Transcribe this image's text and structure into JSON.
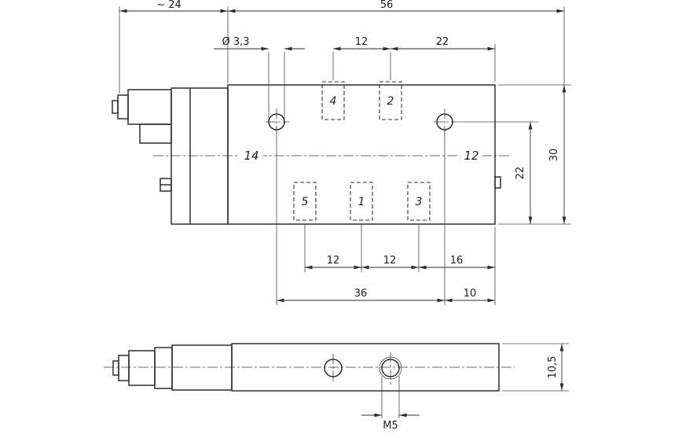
{
  "drawing": {
    "background": "#ffffff",
    "line_color": "#2e2e2e",
    "top_view": {
      "dim_width_connector": "~ 24",
      "dim_width_total": "56",
      "dim_hole_dia": "Ø 3,3",
      "dim_port_pitch_top": "12",
      "dim_port2_to_edge": "22",
      "dim_body_height": "30",
      "dim_hole_to_bottom": "22",
      "pilot_14": "14",
      "pilot_12": "12",
      "port_4": "4",
      "port_2": "2",
      "port_5": "5",
      "port_1": "1",
      "port_3": "3",
      "dim_port_pitch_b1": "12",
      "dim_port_pitch_b2": "12",
      "dim_port3_to_edge": "16",
      "dim_hole_spacing": "36",
      "dim_hole_to_edge": "10"
    },
    "side_view": {
      "dim_thread": "M5",
      "dim_body_height": "10,5"
    }
  }
}
